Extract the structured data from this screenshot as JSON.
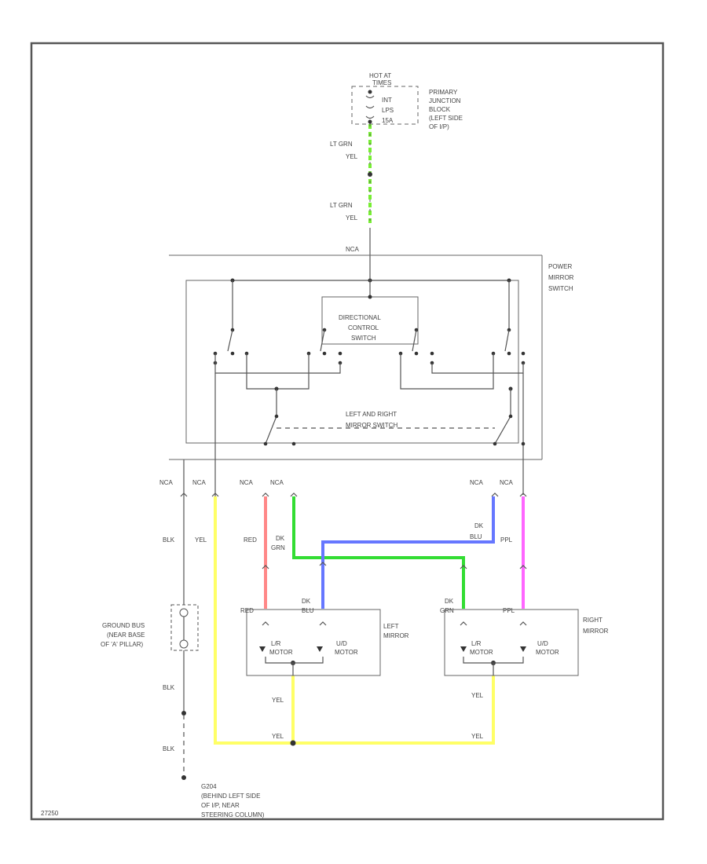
{
  "labels": {
    "hot_at": "HOT AT",
    "times": "TIMES",
    "fuse_int": "INT",
    "fuse_lps": "LPS",
    "fuse_num": "15A",
    "primary_junction_block": [
      "PRIMARY",
      "JUNCTION",
      "BLOCK",
      "(LEFT SIDE",
      "OF I/P)"
    ],
    "wire_lt_grn_1": "LT GRN",
    "wire_yel_1": "YEL",
    "wire_lt_grn_2": "LT GRN",
    "wire_yel_2": "YEL",
    "connector_top": "NCA",
    "power_mirror_switch": [
      "POWER",
      "MIRROR",
      "SWITCH"
    ],
    "directional_control_switch": [
      "DIRECTIONAL",
      "CONTROL",
      "SWITCH"
    ],
    "left_right_mirror_switch": [
      "LEFT AND RIGHT",
      "MIRROR SWITCH"
    ],
    "conn_nca_1": "NCA",
    "conn_nca_2": "NCA",
    "conn_nca_3": "NCA",
    "conn_nca_4": "NCA",
    "conn_nca_5": "NCA",
    "conn_nca_6": "NCA",
    "wire_blk_1": "BLK",
    "wire_yel_3": "YEL",
    "wire_red_1": "RED",
    "wire_dk_1": "DK",
    "wire_grn_1": "GRN",
    "wire_dk_2": "DK",
    "wire_blu_1": "BLU",
    "wire_ppl_1": "PPL",
    "ground_bus": [
      "GROUND BUS",
      "(NEAR BASE",
      "OF 'A' PILLAR)"
    ],
    "left_red": "RED",
    "left_dk": "DK",
    "left_blu": "BLU",
    "right_dk": "DK",
    "right_grn": "GRN",
    "right_ppl": "PPL",
    "left_mirror": [
      "LEFT",
      "MIRROR"
    ],
    "right_mirror": [
      "RIGHT",
      "MIRROR"
    ],
    "lr_motor": [
      "L/R",
      "MOTOR"
    ],
    "ud_motor": [
      "U/D",
      "MOTOR"
    ],
    "wire_blk_2": "BLK",
    "wire_blk_3": "BLK",
    "wire_yel_4": "YEL",
    "wire_yel_5": "YEL",
    "wire_yel_6": "YEL",
    "wire_yel_7": "YEL",
    "g204": "G204",
    "g204_loc": [
      "(BEHIND LEFT SIDE",
      "OF I/P, NEAR",
      "STEERING COLUMN)"
    ],
    "footer_code": "27250"
  },
  "colors": {
    "frame": "#555555",
    "lt_grn_yel": "#77ee33",
    "yellow": "#ffff66",
    "red": "#ff8888",
    "dk_green": "#33dd33",
    "dk_blue": "#6677ff",
    "purple": "#ff66ff",
    "black_wire": "#555555"
  }
}
